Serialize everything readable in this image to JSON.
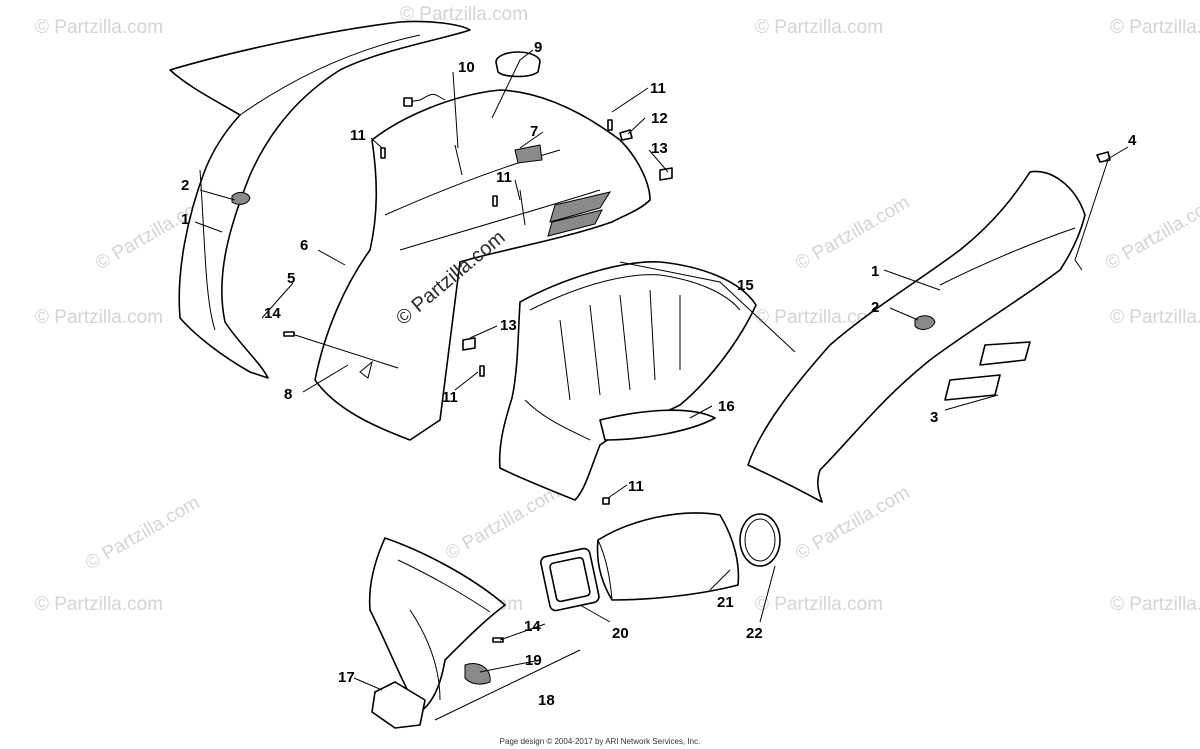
{
  "watermark": "© Partzilla.com",
  "diagonal_watermark": "© Partzilla.com",
  "footer": "Page design © 2004-2017 by ARI Network Services, Inc.",
  "callouts": {
    "c1a": "1",
    "c1b": "1",
    "c2a": "2",
    "c2b": "2",
    "c3": "3",
    "c4": "4",
    "c5": "5",
    "c6": "6",
    "c7": "7",
    "c8": "8",
    "c9": "9",
    "c10": "10",
    "c11a": "11",
    "c11b": "11",
    "c11c": "11",
    "c11d": "11",
    "c11e": "11",
    "c12": "12",
    "c13a": "13",
    "c13b": "13",
    "c14a": "14",
    "c14b": "14",
    "c15": "15",
    "c16": "16",
    "c17": "17",
    "c18": "18",
    "c19": "19",
    "c20": "20",
    "c21": "21",
    "c22": "22"
  }
}
